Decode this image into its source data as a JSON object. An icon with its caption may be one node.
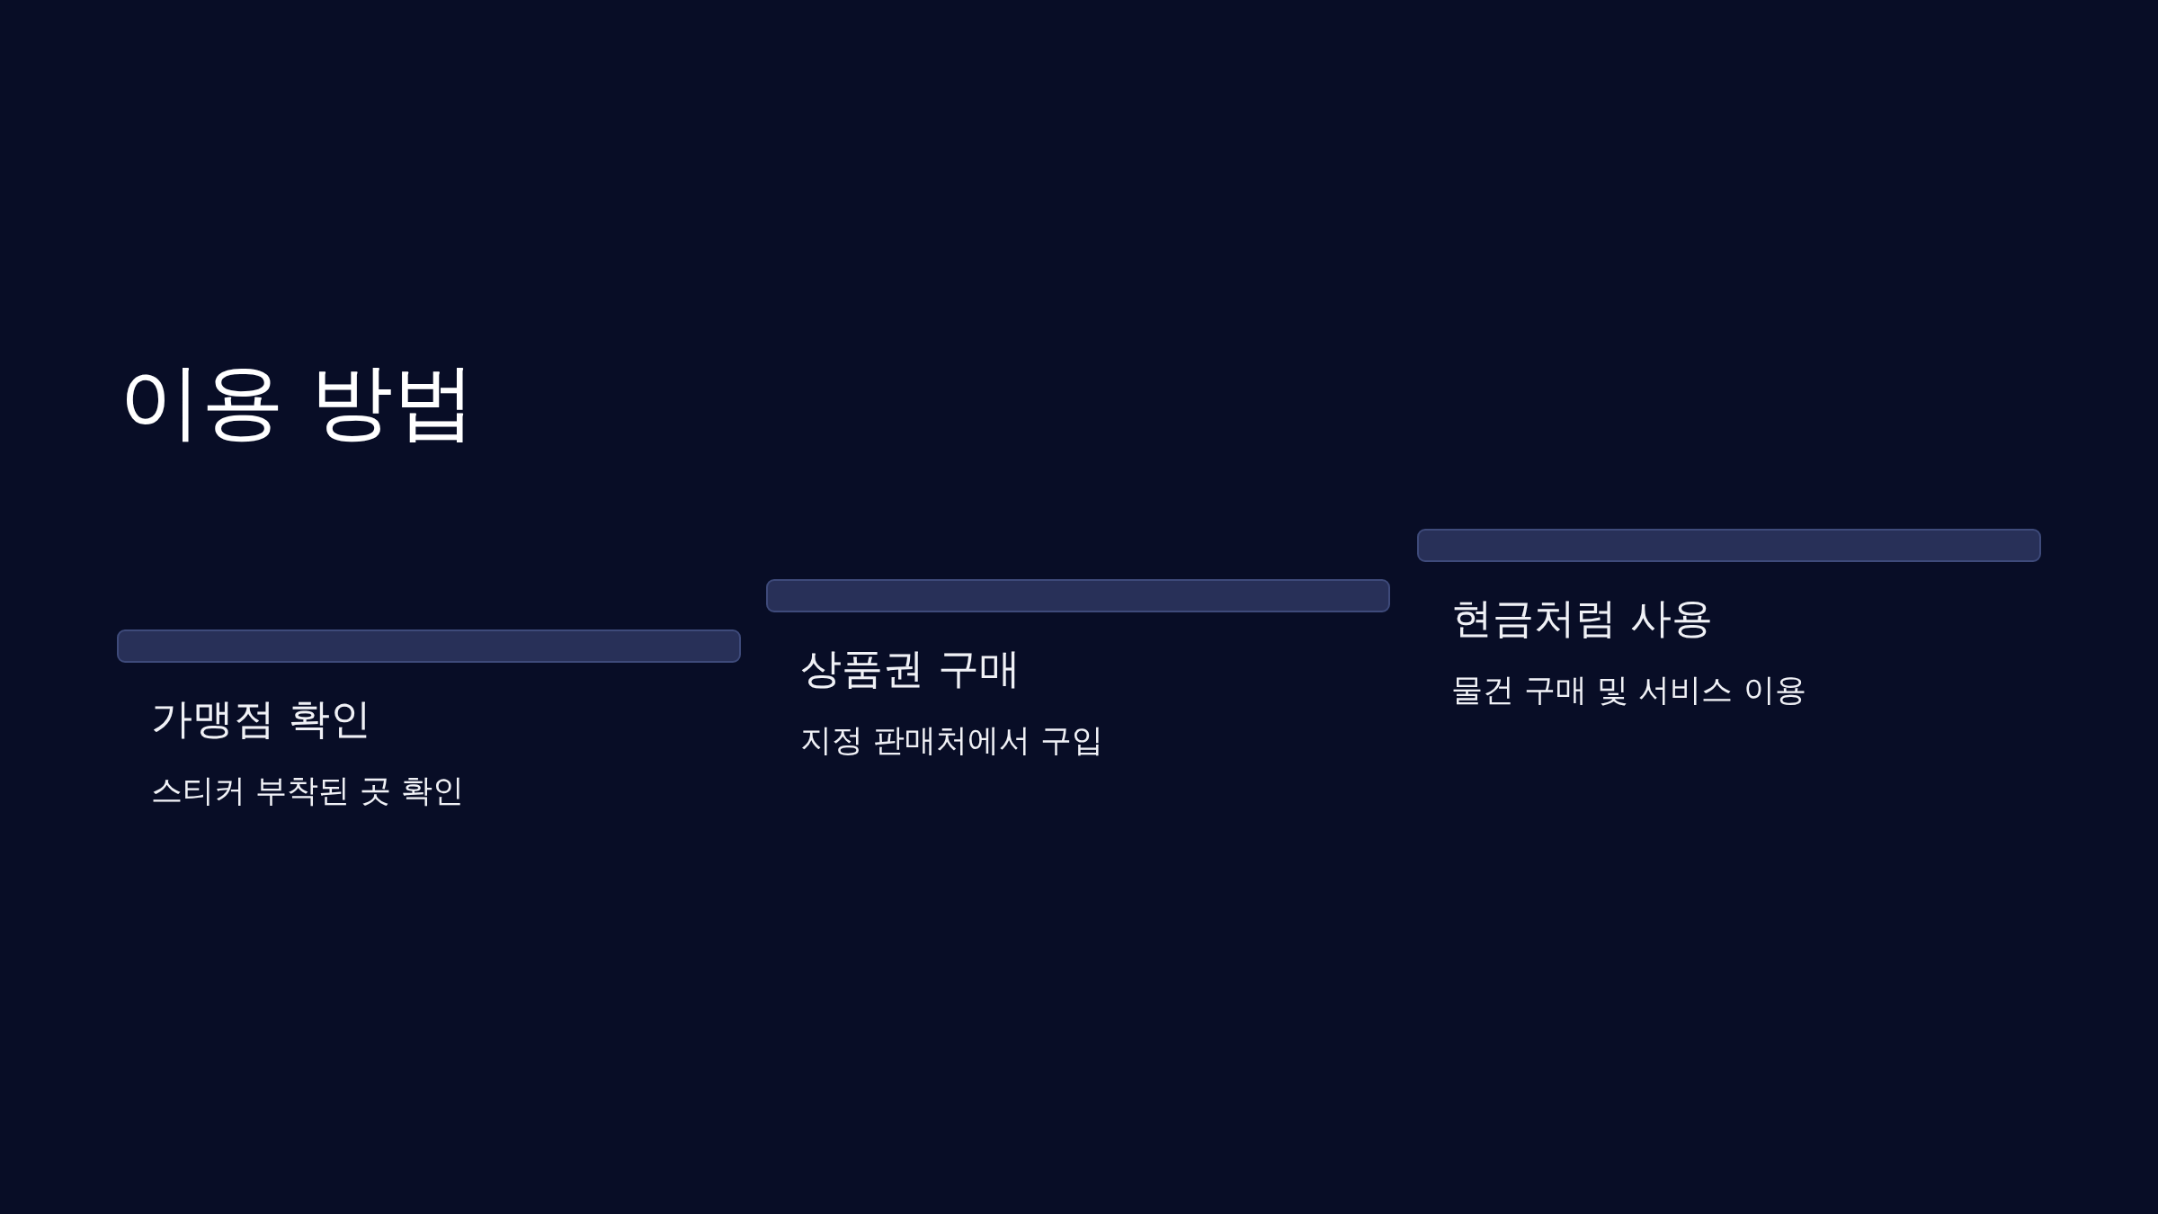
{
  "diagram": {
    "title": "이용 방법",
    "nodes": [
      {
        "text": [
          "가맹점 확인",
          "스티커 부착된 곳 확인"
        ]
      },
      {
        "text": [
          "상품권 구매",
          "지정 판매처에서 구입"
        ]
      },
      {
        "text": [
          "현금처럼 사용",
          "물건 구매 및 서비스 이용"
        ]
      }
    ]
  }
}
